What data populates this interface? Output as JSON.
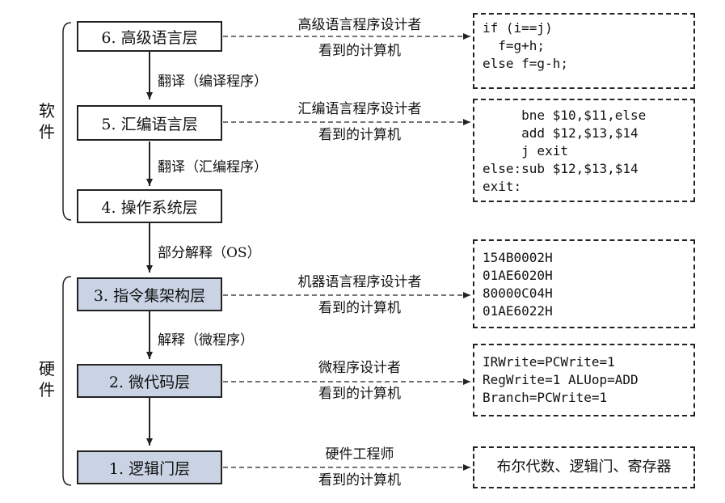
{
  "side_labels": {
    "software": "软件",
    "hardware": "硬件"
  },
  "layers": [
    {
      "id": "l6",
      "label": "6. 高级语言层",
      "hardware": false
    },
    {
      "id": "l5",
      "label": "5. 汇编语言层",
      "hardware": false
    },
    {
      "id": "l4",
      "label": "4. 操作系统层",
      "hardware": false
    },
    {
      "id": "l3",
      "label": "3. 指令集架构层",
      "hardware": true
    },
    {
      "id": "l2",
      "label": "2. 微代码层",
      "hardware": true
    },
    {
      "id": "l1",
      "label": "1. 逻辑门层",
      "hardware": true
    }
  ],
  "transitions": [
    "翻译（编译程序）",
    "翻译（汇编程序）",
    "部分解释（OS）",
    "解释（微程序）"
  ],
  "viewers": [
    {
      "role": "高级语言程序设计者",
      "sees": "看到的计算机"
    },
    {
      "role": "汇编语言程序设计者",
      "sees": "看到的计算机"
    },
    {
      "role": "机器语言程序设计者",
      "sees": "看到的计算机"
    },
    {
      "role": "微程序设计者",
      "sees": "看到的计算机"
    },
    {
      "role": "硬件工程师",
      "sees": "看到的计算机"
    }
  ],
  "examples": {
    "high_level": "if (i==j)\n  f=g+h;\nelse f=g-h;",
    "assembly": "     bne $10,$11,else\n     add $12,$13,$14\n     j exit\nelse:sub $12,$13,$14\nexit:",
    "machine": "154B0002H\n01AE6020H\n80000C04H\n01AE6022H",
    "microcode": "IRWrite=PCWrite=1\nRegWrite=1 ALUop=ADD\nBranch=PCWrite=1",
    "logic": "布尔代数、逻辑门、寄存器"
  },
  "colors": {
    "hardware_fill": "#c9d3e3",
    "line": "#222222"
  }
}
